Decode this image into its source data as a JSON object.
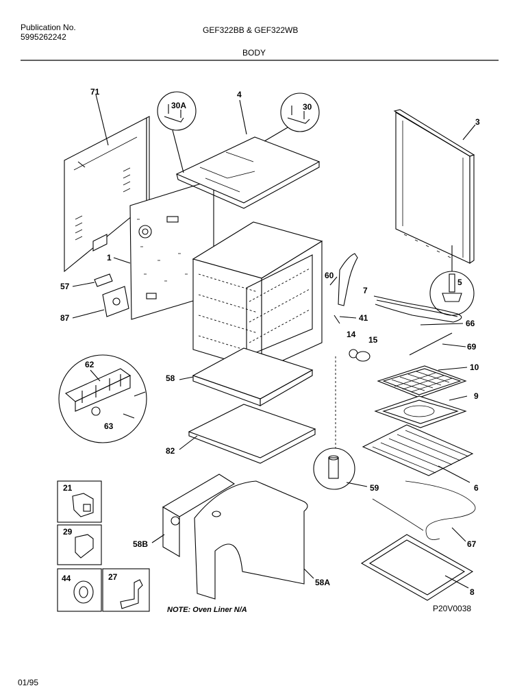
{
  "header": {
    "publication_label": "Publication No.",
    "publication_number": "5995262242",
    "model": "GEF322BB & GEF322WB",
    "section": "BODY"
  },
  "footer": {
    "note": "NOTE: Oven Liner N/A",
    "drawing_code": "P20V0038",
    "date": "01/95"
  },
  "parts": {
    "p71": "71",
    "p4": "4",
    "p30A": "30A",
    "p30": "30",
    "p3": "3",
    "p1": "1",
    "p57": "57",
    "p87": "87",
    "p60": "60",
    "p7": "7",
    "p5": "5",
    "p41": "41",
    "p66": "66",
    "p14": "14",
    "p15": "15",
    "p69": "69",
    "p62": "62",
    "p58": "58",
    "p10": "10",
    "p9": "9",
    "p63": "63",
    "p82": "82",
    "p6": "6",
    "p59": "59",
    "p21": "21",
    "p29": "29",
    "p58B": "58B",
    "p67": "67",
    "p58A": "58A",
    "p44": "44",
    "p27": "27",
    "p8": "8"
  }
}
